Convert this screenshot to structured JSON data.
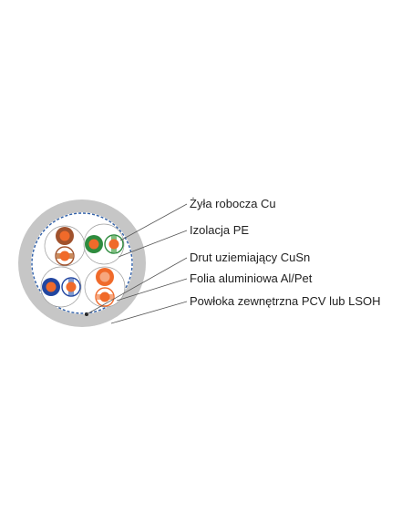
{
  "labels": {
    "conductor": "Żyła robocza Cu",
    "insulation": "Izolacja PE",
    "drain_wire": "Drut uziemiający CuSn",
    "foil": "Folia aluminiowa Al/Pet",
    "jacket": "Powłoka zewnętrzna PCV lub LSOH"
  },
  "colors": {
    "jacket": "#c6c6c6",
    "shield_line": "#2f5fa8",
    "foil_fill": "#ffffff",
    "pair_outline": "#a0a0a0",
    "orange": "#f06a2a",
    "orange_light": "#f6a77e",
    "green": "#2e8b3e",
    "blue": "#2246a0",
    "brown": "#a0522d",
    "leader_line": "#555555"
  },
  "pairs": [
    {
      "name": "brown-pair",
      "color": "brown"
    },
    {
      "name": "green-pair",
      "color": "green"
    },
    {
      "name": "blue-pair",
      "color": "blue"
    },
    {
      "name": "orange-pair",
      "color": "orange"
    }
  ]
}
